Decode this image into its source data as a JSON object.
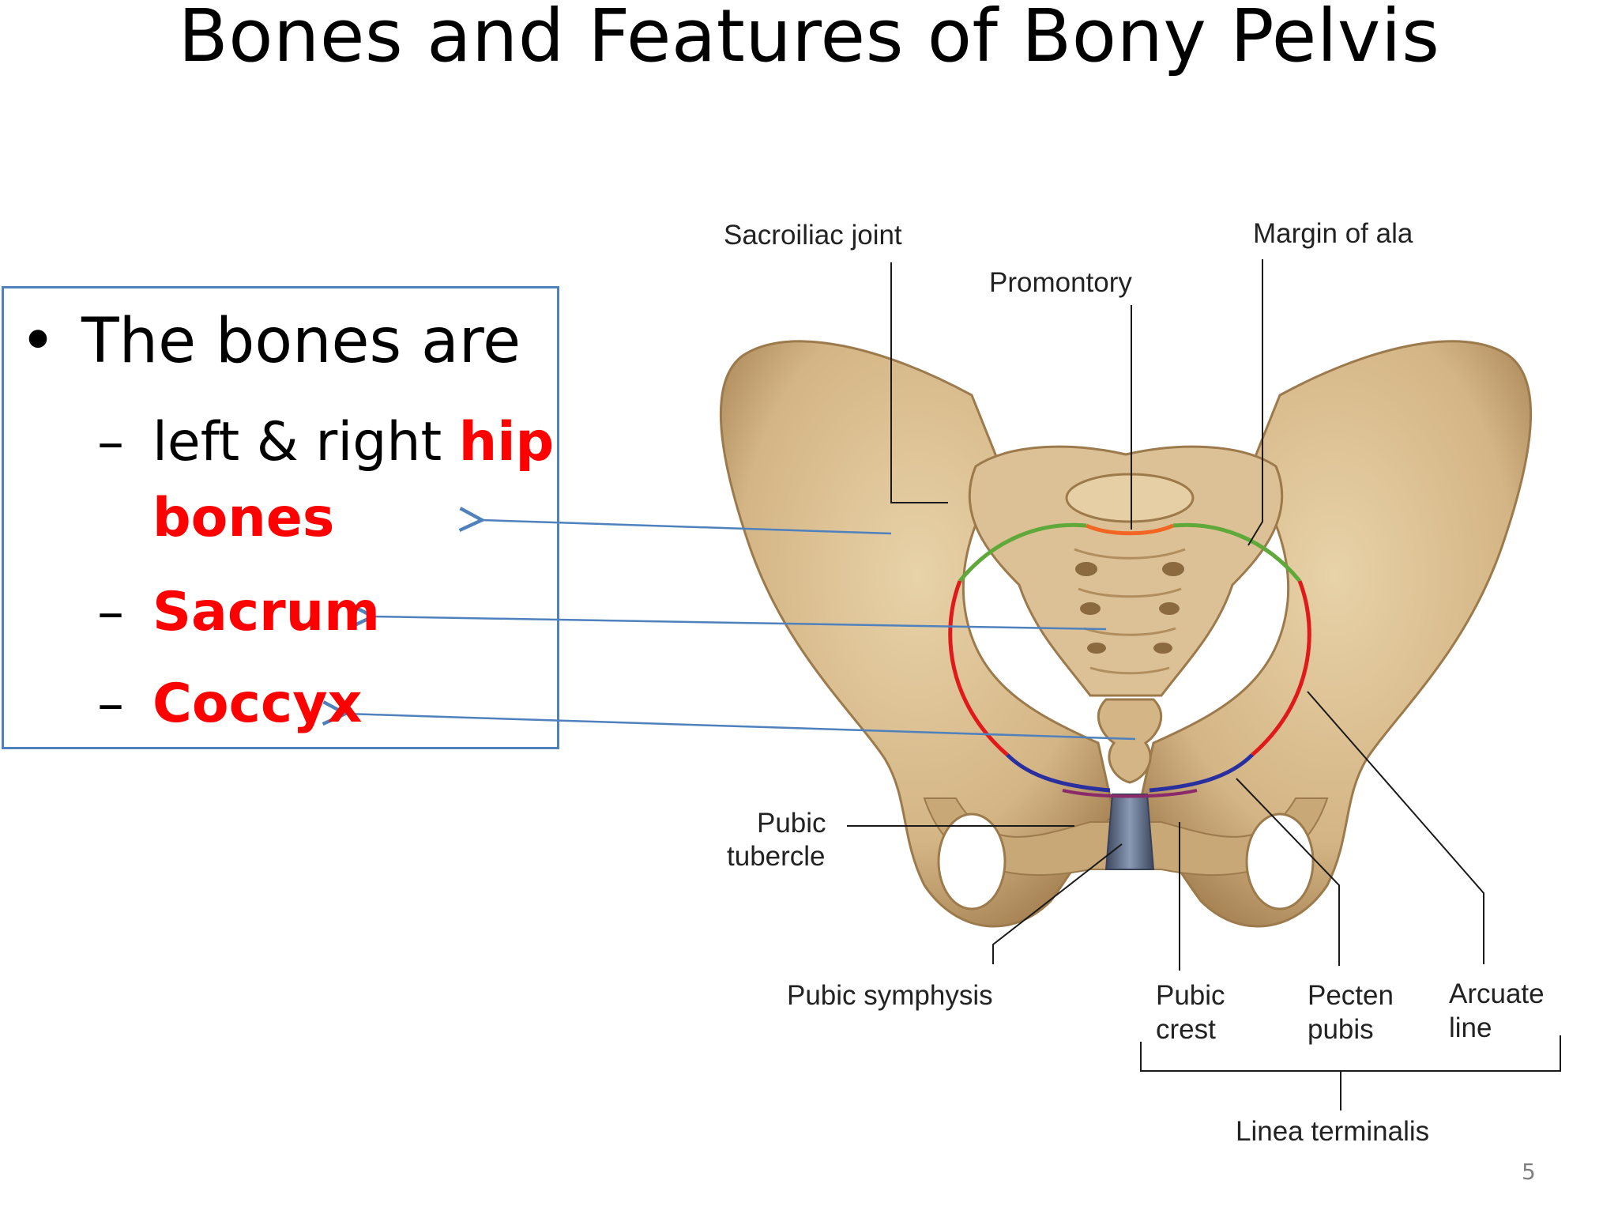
{
  "slide": {
    "title": "Bones and Features of Bony Pelvis",
    "page_number": "5"
  },
  "bullets": {
    "heading_bullet": "•",
    "heading": "The bones are",
    "dash": "–",
    "items": [
      {
        "prefix": "left & right ",
        "emphasis_1": "hip",
        "emphasis_2": "bones"
      },
      {
        "emphasis": "Sacrum"
      },
      {
        "emphasis": "Coccyx"
      }
    ]
  },
  "figure": {
    "labels": {
      "sacroiliac_joint": "Sacroiliac joint",
      "promontory": "Promontory",
      "margin_of_ala": "Margin of ala",
      "pubic_tubercle_1": "Pubic",
      "pubic_tubercle_2": "tubercle",
      "pubic_symphysis": "Pubic symphysis",
      "pubic_crest_1": "Pubic",
      "pubic_crest_2": "crest",
      "pecten_pubis_1": "Pecten",
      "pecten_pubis_2": "pubis",
      "arcuate_line_1": "Arcuate",
      "arcuate_line_2": "line",
      "linea_terminalis": "Linea terminalis"
    }
  },
  "colors": {
    "box_border": "#4f81bd",
    "arrow": "#4f81bd",
    "emphasis_red": "#ff0000",
    "bone": "#d9bd8f",
    "bone_shadow": "#a88455",
    "promontory_line": "#f26522",
    "ala_line": "#5fa83a",
    "pelvic_brim_line": "#e01a1a",
    "pubic_line": "#2a2fa0",
    "symphysis": "#5d6c8c"
  }
}
